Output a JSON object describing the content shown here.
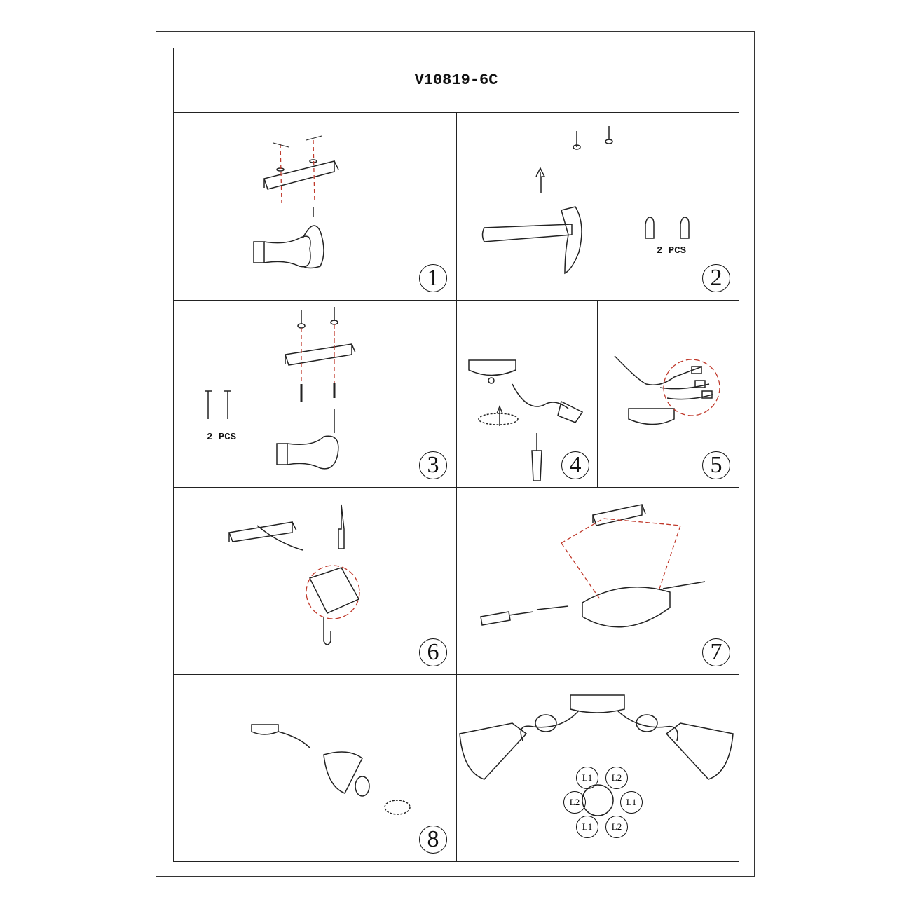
{
  "title": "V10819-6C",
  "steps": [
    "1",
    "2",
    "3",
    "4",
    "5",
    "6",
    "7",
    "8"
  ],
  "step2": {
    "quantity": "2 PCS"
  },
  "step3": {
    "quantity": "2 PCS"
  },
  "wiring_labels": [
    "L1",
    "L2",
    "L2",
    "L1",
    "L1",
    "L2"
  ],
  "colors": {
    "line": "#222222",
    "guide": "#c0392b"
  }
}
